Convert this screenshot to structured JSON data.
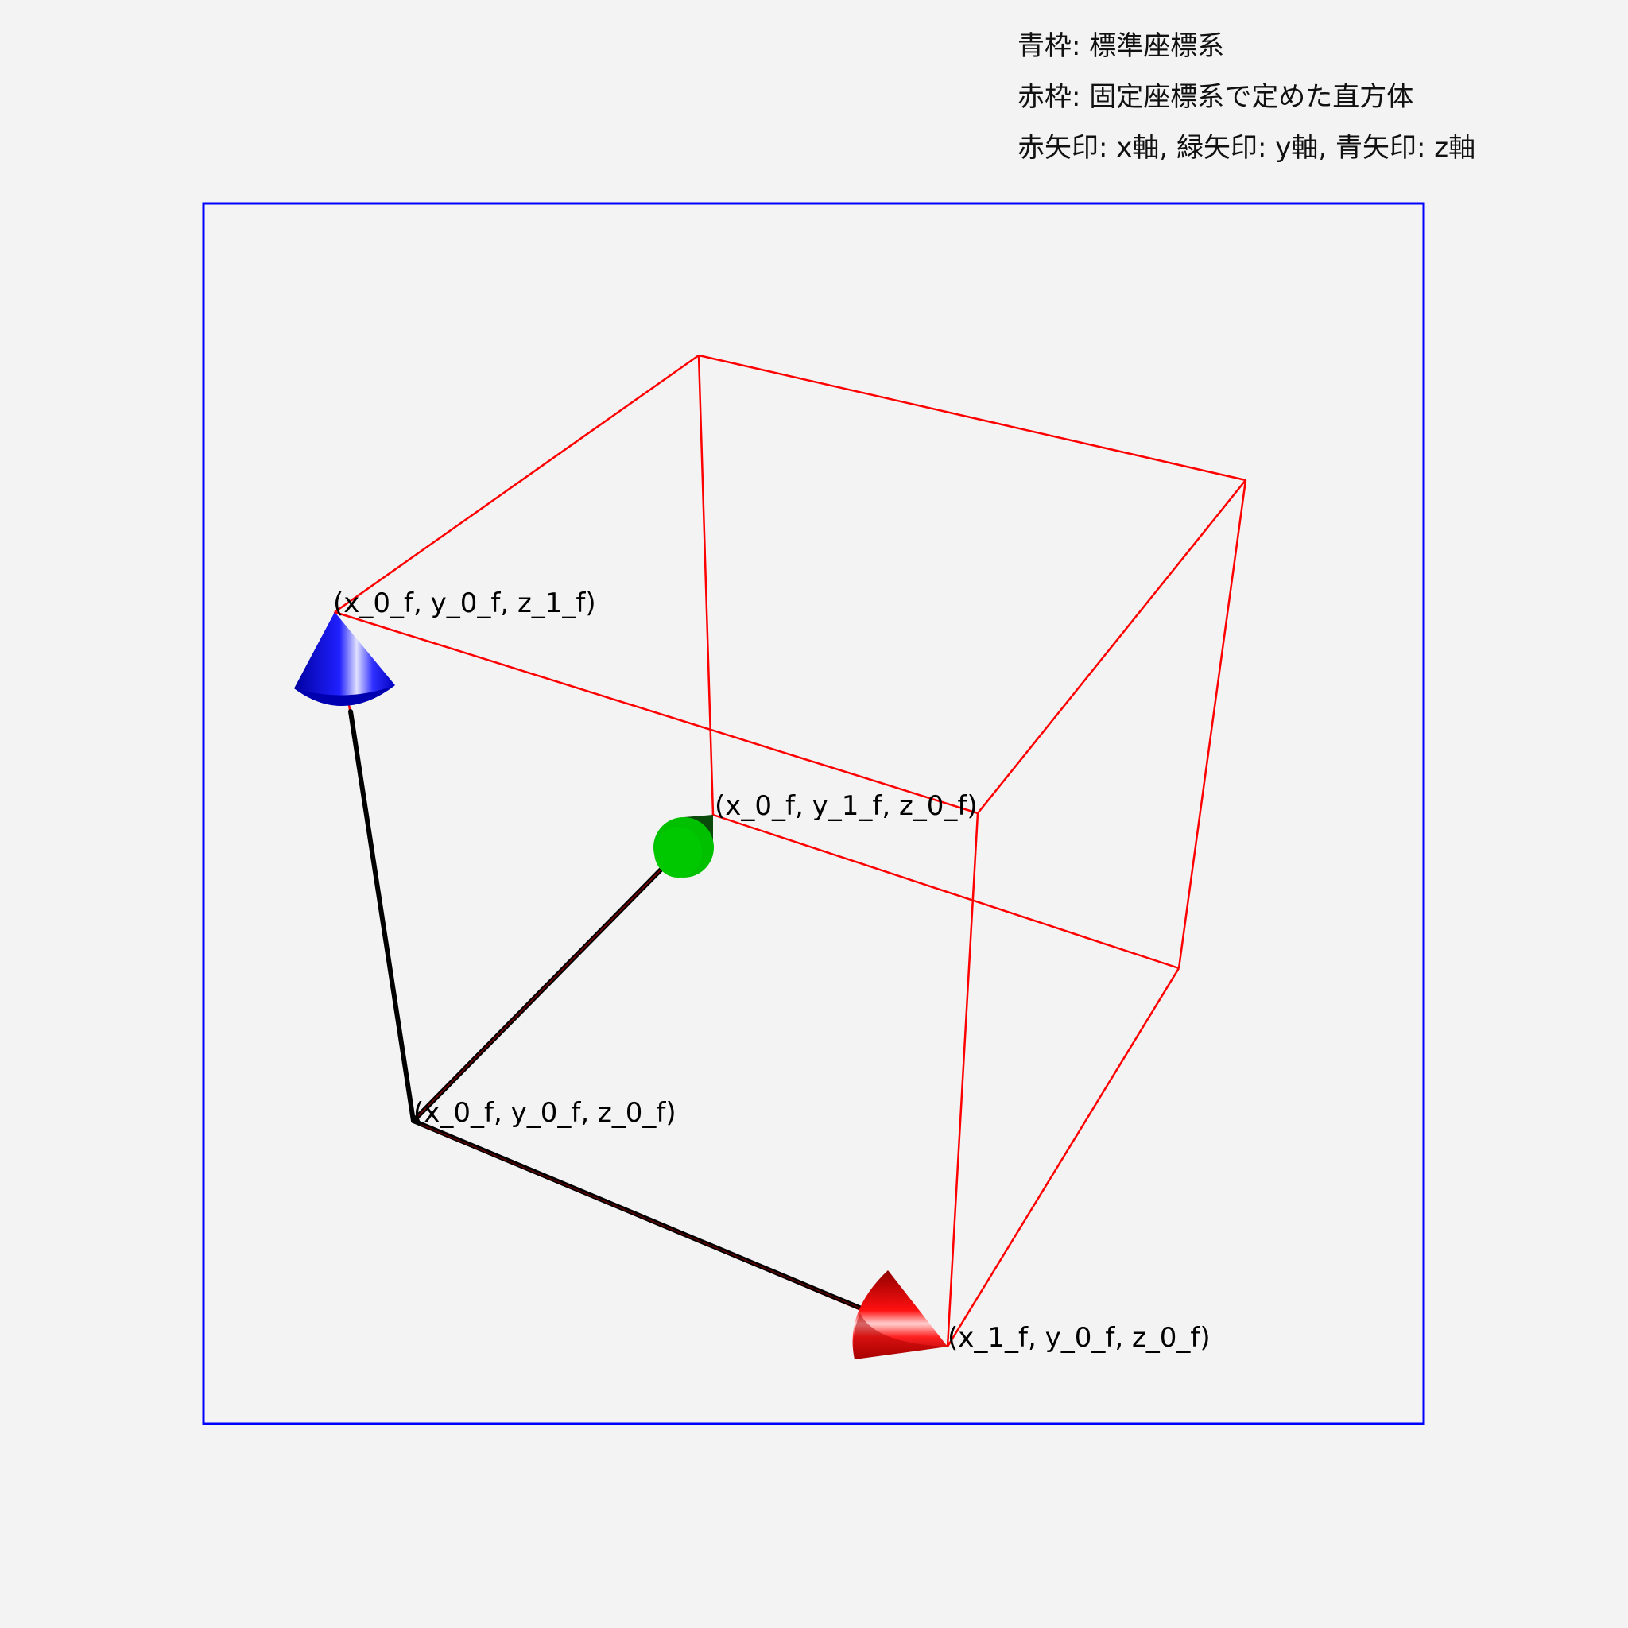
{
  "legend": {
    "blue_frame": "青枠: 標準座標系",
    "red_frame": "赤枠: 固定座標系で定めた直方体",
    "arrows": "赤矢印: x軸, 緑矢印: y軸, 青矢印: z軸"
  },
  "labels": {
    "origin": "(x_0_f, y_0_f, z_0_f)",
    "x_end": "(x_1_f, y_0_f, z_0_f)",
    "y_end": "(x_0_f, y_1_f, z_0_f)",
    "z_end": "(x_0_f, y_0_f, z_1_f)"
  },
  "colors": {
    "background": "#f3f3f3",
    "standard_frame": "#0000ff",
    "fixed_box": "#ff0000",
    "x_arrow": "#ff0000",
    "y_arrow": "#00c000",
    "z_arrow": "#0000ff",
    "shaft": "#000000"
  }
}
